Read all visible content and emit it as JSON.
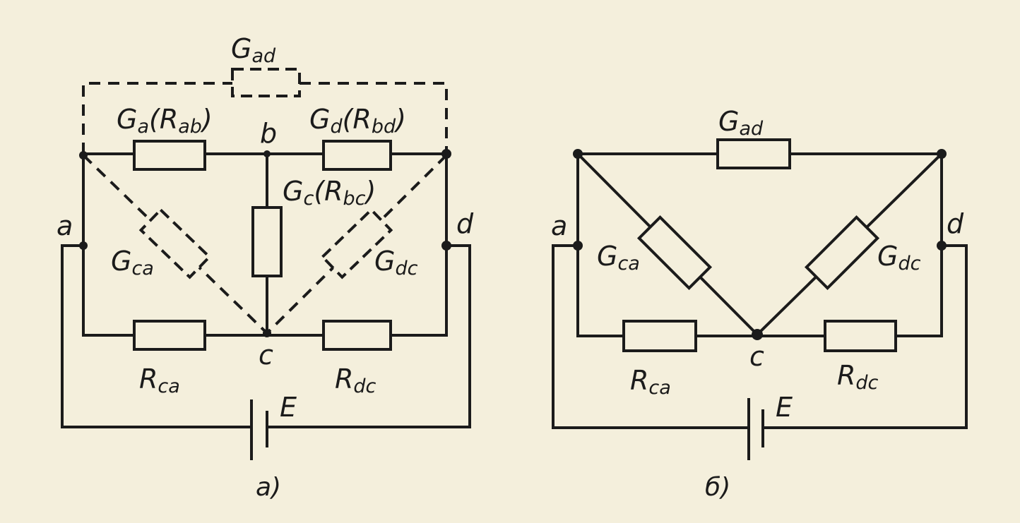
{
  "diagram_a": {
    "caption": "а)",
    "node_a": "a",
    "node_b": "b",
    "node_c": "c",
    "node_d": "d",
    "G_ad": "G",
    "G_ad_sub": "ad",
    "G_a": "G",
    "G_a_sub": "a",
    "R_ab": "(R",
    "R_ab_sub": "ab",
    "R_ab_close": ")",
    "G_d": "G",
    "G_d_sub": "d",
    "R_bd": "(R",
    "R_bd_sub": "bd",
    "R_bd_close": ")",
    "G_c": "G",
    "G_c_sub": "c",
    "R_bc": "(R",
    "R_bc_sub": "bc",
    "R_bc_close": ")",
    "G_ca": "G",
    "G_ca_sub": "ca",
    "G_dc": "G",
    "G_dc_sub": "dc",
    "R_ca": "R",
    "R_ca_sub": "ca",
    "R_dc": "R",
    "R_dc_sub": "dc",
    "E": "E"
  },
  "diagram_b": {
    "caption": "б)",
    "node_a": "a",
    "node_c": "c",
    "node_d": "d",
    "G_ad": "G",
    "G_ad_sub": "ad",
    "G_ca": "G",
    "G_ca_sub": "ca",
    "G_dc": "G",
    "G_dc_sub": "dc",
    "R_ca": "R",
    "R_ca_sub": "ca",
    "R_dc": "R",
    "R_dc_sub": "dc",
    "E": "E"
  },
  "colors": {
    "ink": "#1b1b1b",
    "paper": "#f4efdc"
  }
}
